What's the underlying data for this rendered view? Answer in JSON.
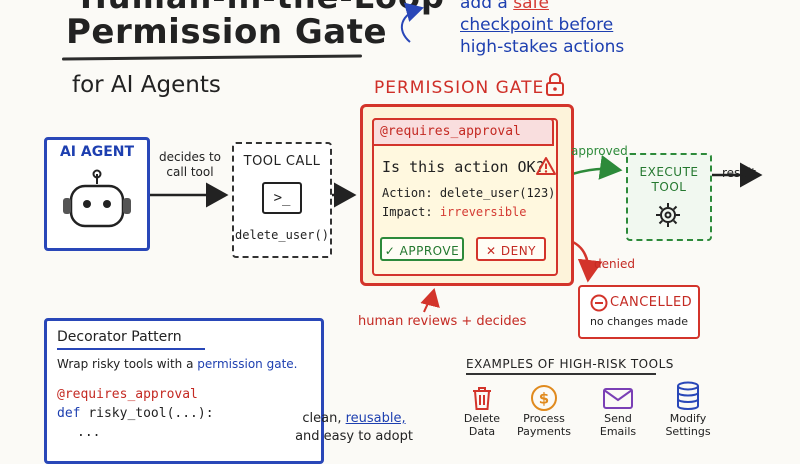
{
  "header": {
    "title_top_partial": "Human-in-the-Loop",
    "title": "Permission Gate",
    "subtitle": "for AI Agents",
    "note_line1_prefix": "add a ",
    "note_line1_word": "safe",
    "note_line2": "checkpoint before",
    "note_line3": "high-stakes actions"
  },
  "agent": {
    "label": "AI AGENT"
  },
  "arrow1_label_line1": "decides to",
  "arrow1_label_line2": "call tool",
  "tool_call": {
    "title": "TOOL CALL",
    "icon_glyph": ">_",
    "function": "delete_user()"
  },
  "gate": {
    "title": "PERMISSION GATE",
    "decorator": "@requires_approval",
    "question": "Is this action OK?",
    "action_label": "Action:",
    "action_value": "delete_user(123)",
    "impact_label": "Impact:",
    "impact_value": "irreversible",
    "approve_label": "✓ APPROVE",
    "deny_label": "✕ DENY"
  },
  "approved_label": "approved",
  "denied_label": "denied",
  "execute": {
    "line1": "EXECUTE",
    "line2": "TOOL"
  },
  "result_label": "result",
  "cancelled": {
    "title": "CANCELLED",
    "subtitle": "no changes made"
  },
  "human_note": "human reviews + decides",
  "decorator_pattern": {
    "title": "Decorator Pattern",
    "desc_prefix": "Wrap risky tools with a",
    "desc_highlight": "permission gate.",
    "code_line1": "@requires_approval",
    "code_line2_kw": "def",
    "code_line2_rest": "risky_tool(...):",
    "code_line3": "..."
  },
  "clean_note": {
    "prefix": "clean,",
    "highlight": "reusable,",
    "line2": "and easy to adopt"
  },
  "examples": {
    "title": "EXAMPLES OF HIGH-RISK TOOLS",
    "items": [
      {
        "line1": "Delete",
        "line2": "Data",
        "icon": "trash-icon",
        "color": "#d3342b"
      },
      {
        "line1": "Process",
        "line2": "Payments",
        "icon": "dollar-icon",
        "color": "#e08a1e"
      },
      {
        "line1": "Send",
        "line2": "Emails",
        "icon": "envelope-icon",
        "color": "#7a3fb5"
      },
      {
        "line1": "Modify",
        "line2": "Settings",
        "icon": "database-icon",
        "color": "#2947b8"
      }
    ]
  },
  "colors": {
    "red": "#d3342b",
    "blue": "#2947b8",
    "green": "#2d8a3a",
    "gate_fill": "#fdf3da"
  }
}
